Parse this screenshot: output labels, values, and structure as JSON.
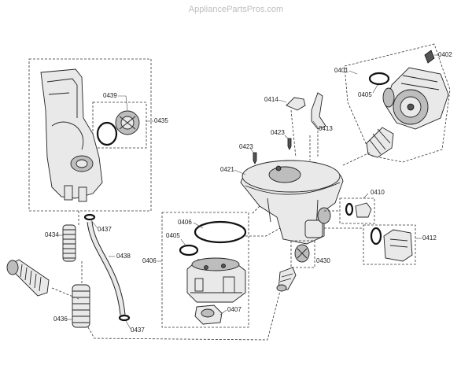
{
  "watermark": "AppliancePartsPros.com",
  "labels": {
    "p0402": "0402",
    "p0401": "0401",
    "p0405a": "0405",
    "p0414": "0414",
    "p0413": "0413",
    "p0423a": "0423",
    "p0423b": "0423",
    "p0421": "0421",
    "p0410": "0410",
    "p0412": "0412",
    "p0430": "0430",
    "p0439": "0439",
    "p0435": "0435",
    "p0406a": "0406",
    "p0405b": "0405",
    "p0406b": "0406",
    "p0407": "0407",
    "p0434": "0434",
    "p0437a": "0437",
    "p0437b": "0437",
    "p0438": "0438",
    "p0436": "0436"
  }
}
